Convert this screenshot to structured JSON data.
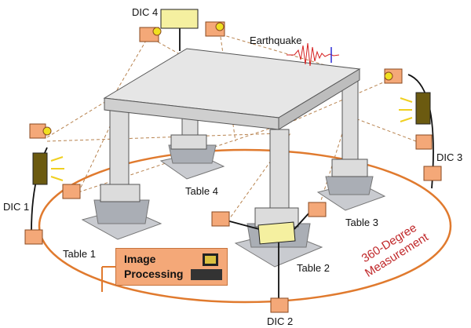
{
  "labels": {
    "dic1": "DIC 1",
    "dic2": "DIC 2",
    "dic3": "DIC 3",
    "dic4": "DIC 4",
    "table1": "Table 1",
    "table2": "Table 2",
    "table3": "Table 3",
    "table4": "Table 4",
    "earthquake": "Earthquake",
    "image_processing_line1": "Image",
    "image_processing_line2": "Processing",
    "measurement_line1": "360-Degree",
    "measurement_line2": "Measurement"
  },
  "colors": {
    "orbit": "#e07a2e",
    "camera": "#f4a878",
    "projector": "#f5f0a0",
    "measurement_text": "#c0282a"
  }
}
